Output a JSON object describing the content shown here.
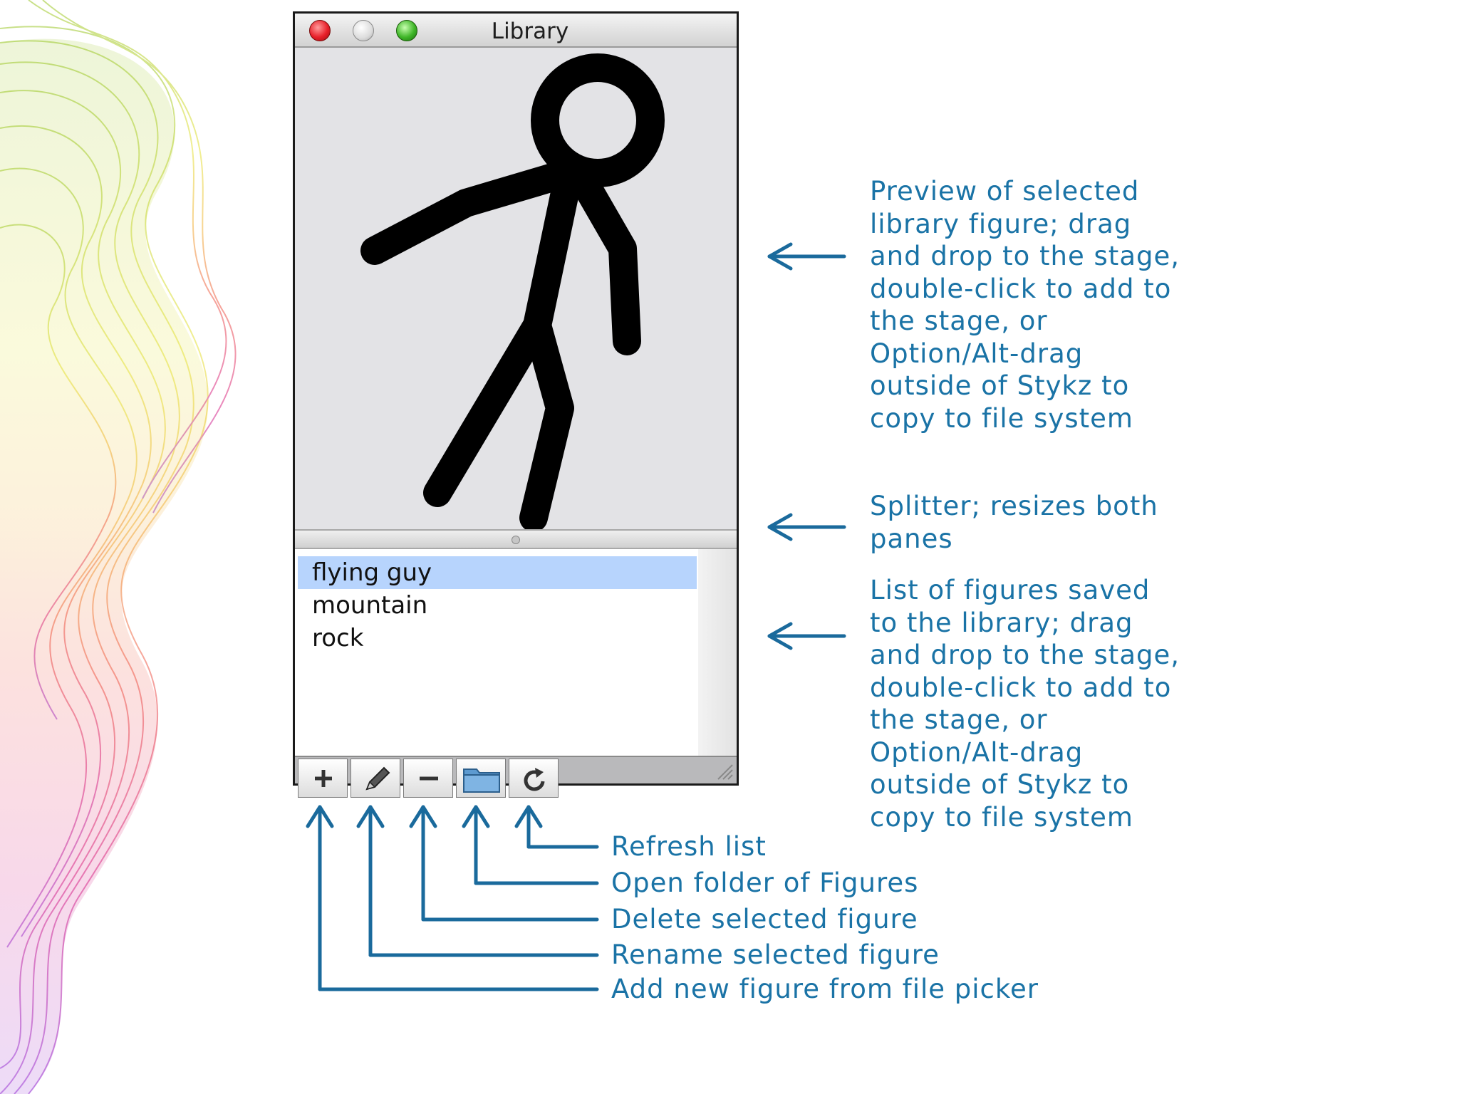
{
  "window": {
    "title": "Library"
  },
  "library_list": {
    "items": [
      {
        "label": "flying guy",
        "selected": true
      },
      {
        "label": "mountain",
        "selected": false
      },
      {
        "label": "rock",
        "selected": false
      }
    ]
  },
  "toolbar": {
    "buttons": [
      {
        "icon": "plus-icon"
      },
      {
        "icon": "pencil-icon"
      },
      {
        "icon": "minus-icon"
      },
      {
        "icon": "folder-icon"
      },
      {
        "icon": "refresh-icon"
      }
    ]
  },
  "callouts": {
    "preview": "Preview of selected\nlibrary figure; drag\nand drop to the stage,\ndouble-click to add to\nthe stage, or\nOption/Alt-drag\noutside of Stykz to\ncopy to file system",
    "splitter": "Splitter; resizes both\npanes",
    "list": "List of figures saved\nto the library; drag\nand drop to the stage,\ndouble-click to add to\nthe stage, or\nOption/Alt-drag\noutside of Stykz to\ncopy to file system"
  },
  "button_labels": {
    "refresh": "Refresh list",
    "open_folder": "Open folder of Figures",
    "delete": "Delete selected figure",
    "rename": "Rename selected figure",
    "add": "Add new figure from file picker"
  },
  "colors": {
    "annotation": "#1a73a6",
    "selection": "#b7d4fd"
  }
}
